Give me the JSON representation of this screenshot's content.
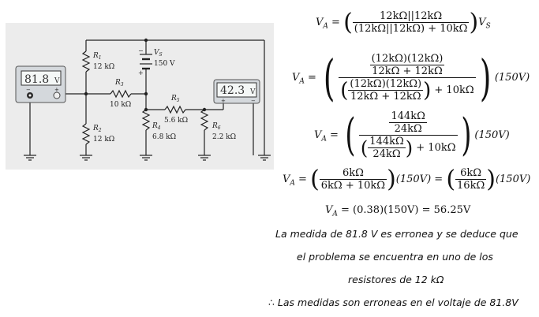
{
  "circuit": {
    "meter_left_reading": "81.8",
    "meter_left_unit": "V",
    "meter_right_reading": "42.3",
    "meter_right_unit": "V",
    "r1_name": "R",
    "r1_sub": "1",
    "r1_value": "12 kΩ",
    "r2_name": "R",
    "r2_sub": "2",
    "r2_value": "12 kΩ",
    "r3_name": "R",
    "r3_sub": "3",
    "r3_value": "10 kΩ",
    "r4_name": "R",
    "r4_sub": "4",
    "r4_value": "6.8 kΩ",
    "r5_name": "R",
    "r5_sub": "5",
    "r5_value": "5.6 kΩ",
    "r6_name": "R",
    "r6_sub": "6",
    "r6_value": "2.2 kΩ",
    "vs_name": "V",
    "vs_sub": "S",
    "vs_value": "150 V",
    "plus": "+",
    "minus": "−"
  },
  "equations": {
    "va": "V",
    "va_sub": "A",
    "eq1_num": "12kΩ||12kΩ",
    "eq1_den": "(12kΩ||12kΩ) + 10kΩ",
    "eq1_tail": "V",
    "eq1_tail_sub": "S",
    "eq2_top_num": "(12kΩ)(12kΩ)",
    "eq2_top_den": "12kΩ + 12kΩ",
    "eq2_inner_num": "(12kΩ)(12kΩ)",
    "eq2_inner_den": "12kΩ + 12kΩ",
    "eq2_plus": "+ 10kΩ",
    "eq2_tail": "(150V)",
    "eq3_top_num": "144kΩ",
    "eq3_top_den": "24kΩ",
    "eq3_inner_num": "144kΩ",
    "eq3_inner_den": "24kΩ",
    "eq3_plus": "+ 10kΩ",
    "eq3_tail": "(150V)",
    "eq4_num": "6kΩ",
    "eq4_den": "6kΩ + 10kΩ",
    "eq4_mid": "(150V) =",
    "eq4_num2": "6kΩ",
    "eq4_den2": "16kΩ",
    "eq4_tail": "(150V)",
    "eq5_rhs": "= (0.38)(150V) = 56.25V"
  },
  "notes": {
    "line1": "La medida de 81.8 V es erronea y se deduce que",
    "line2": "el problema se encuentra en uno de los",
    "line3": "resistores de 12 kΩ",
    "line4": "∴ Las medidas son erroneas en el voltaje de 81.8V"
  }
}
